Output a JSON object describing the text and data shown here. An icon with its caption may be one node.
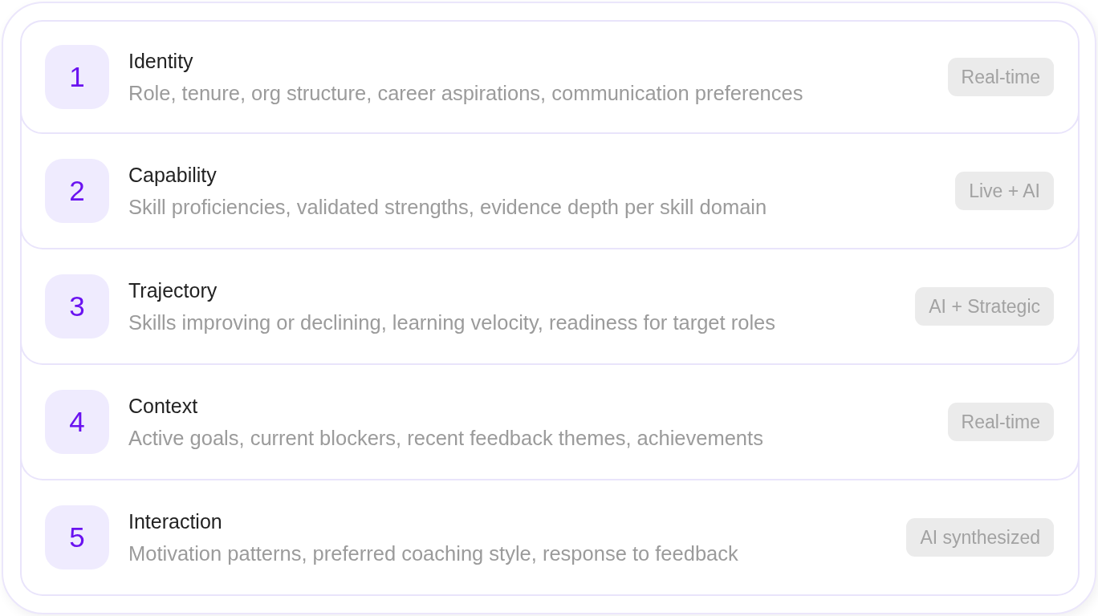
{
  "diagram": {
    "nodes": [
      {
        "text": [
          "Identity",
          "Role, tenure, org structure, career aspirations, communication preferences"
        ]
      },
      {
        "text": [
          "1"
        ],
        "in": 0
      },
      {
        "text": [
          "Real-time"
        ],
        "in": 0
      },
      {
        "text": [
          "Capability",
          "Skill proficiencies, validated strengths, evidence depth per skill domain"
        ]
      },
      {
        "text": [
          "2"
        ],
        "in": 3
      },
      {
        "text": [
          "Live + AI"
        ],
        "in": 3
      },
      {
        "text": [
          "Trajectory",
          "Skills improving or declining, learning velocity, readiness for target roles"
        ]
      },
      {
        "text": [
          "3"
        ],
        "in": 6
      },
      {
        "text": [
          "AI + Strategic"
        ],
        "in": 6
      },
      {
        "text": [
          "Context",
          "Active goals, current blockers, recent feedback themes, achievements"
        ]
      },
      {
        "text": [
          "4"
        ],
        "in": 9
      },
      {
        "text": [
          "Real-time"
        ],
        "in": 9
      },
      {
        "text": [
          "Interaction",
          "Motivation patterns, preferred coaching style, response to feedback"
        ]
      },
      {
        "text": [
          "5"
        ],
        "in": 12
      },
      {
        "text": [
          "AI synthesized"
        ],
        "in": 12
      }
    ]
  }
}
